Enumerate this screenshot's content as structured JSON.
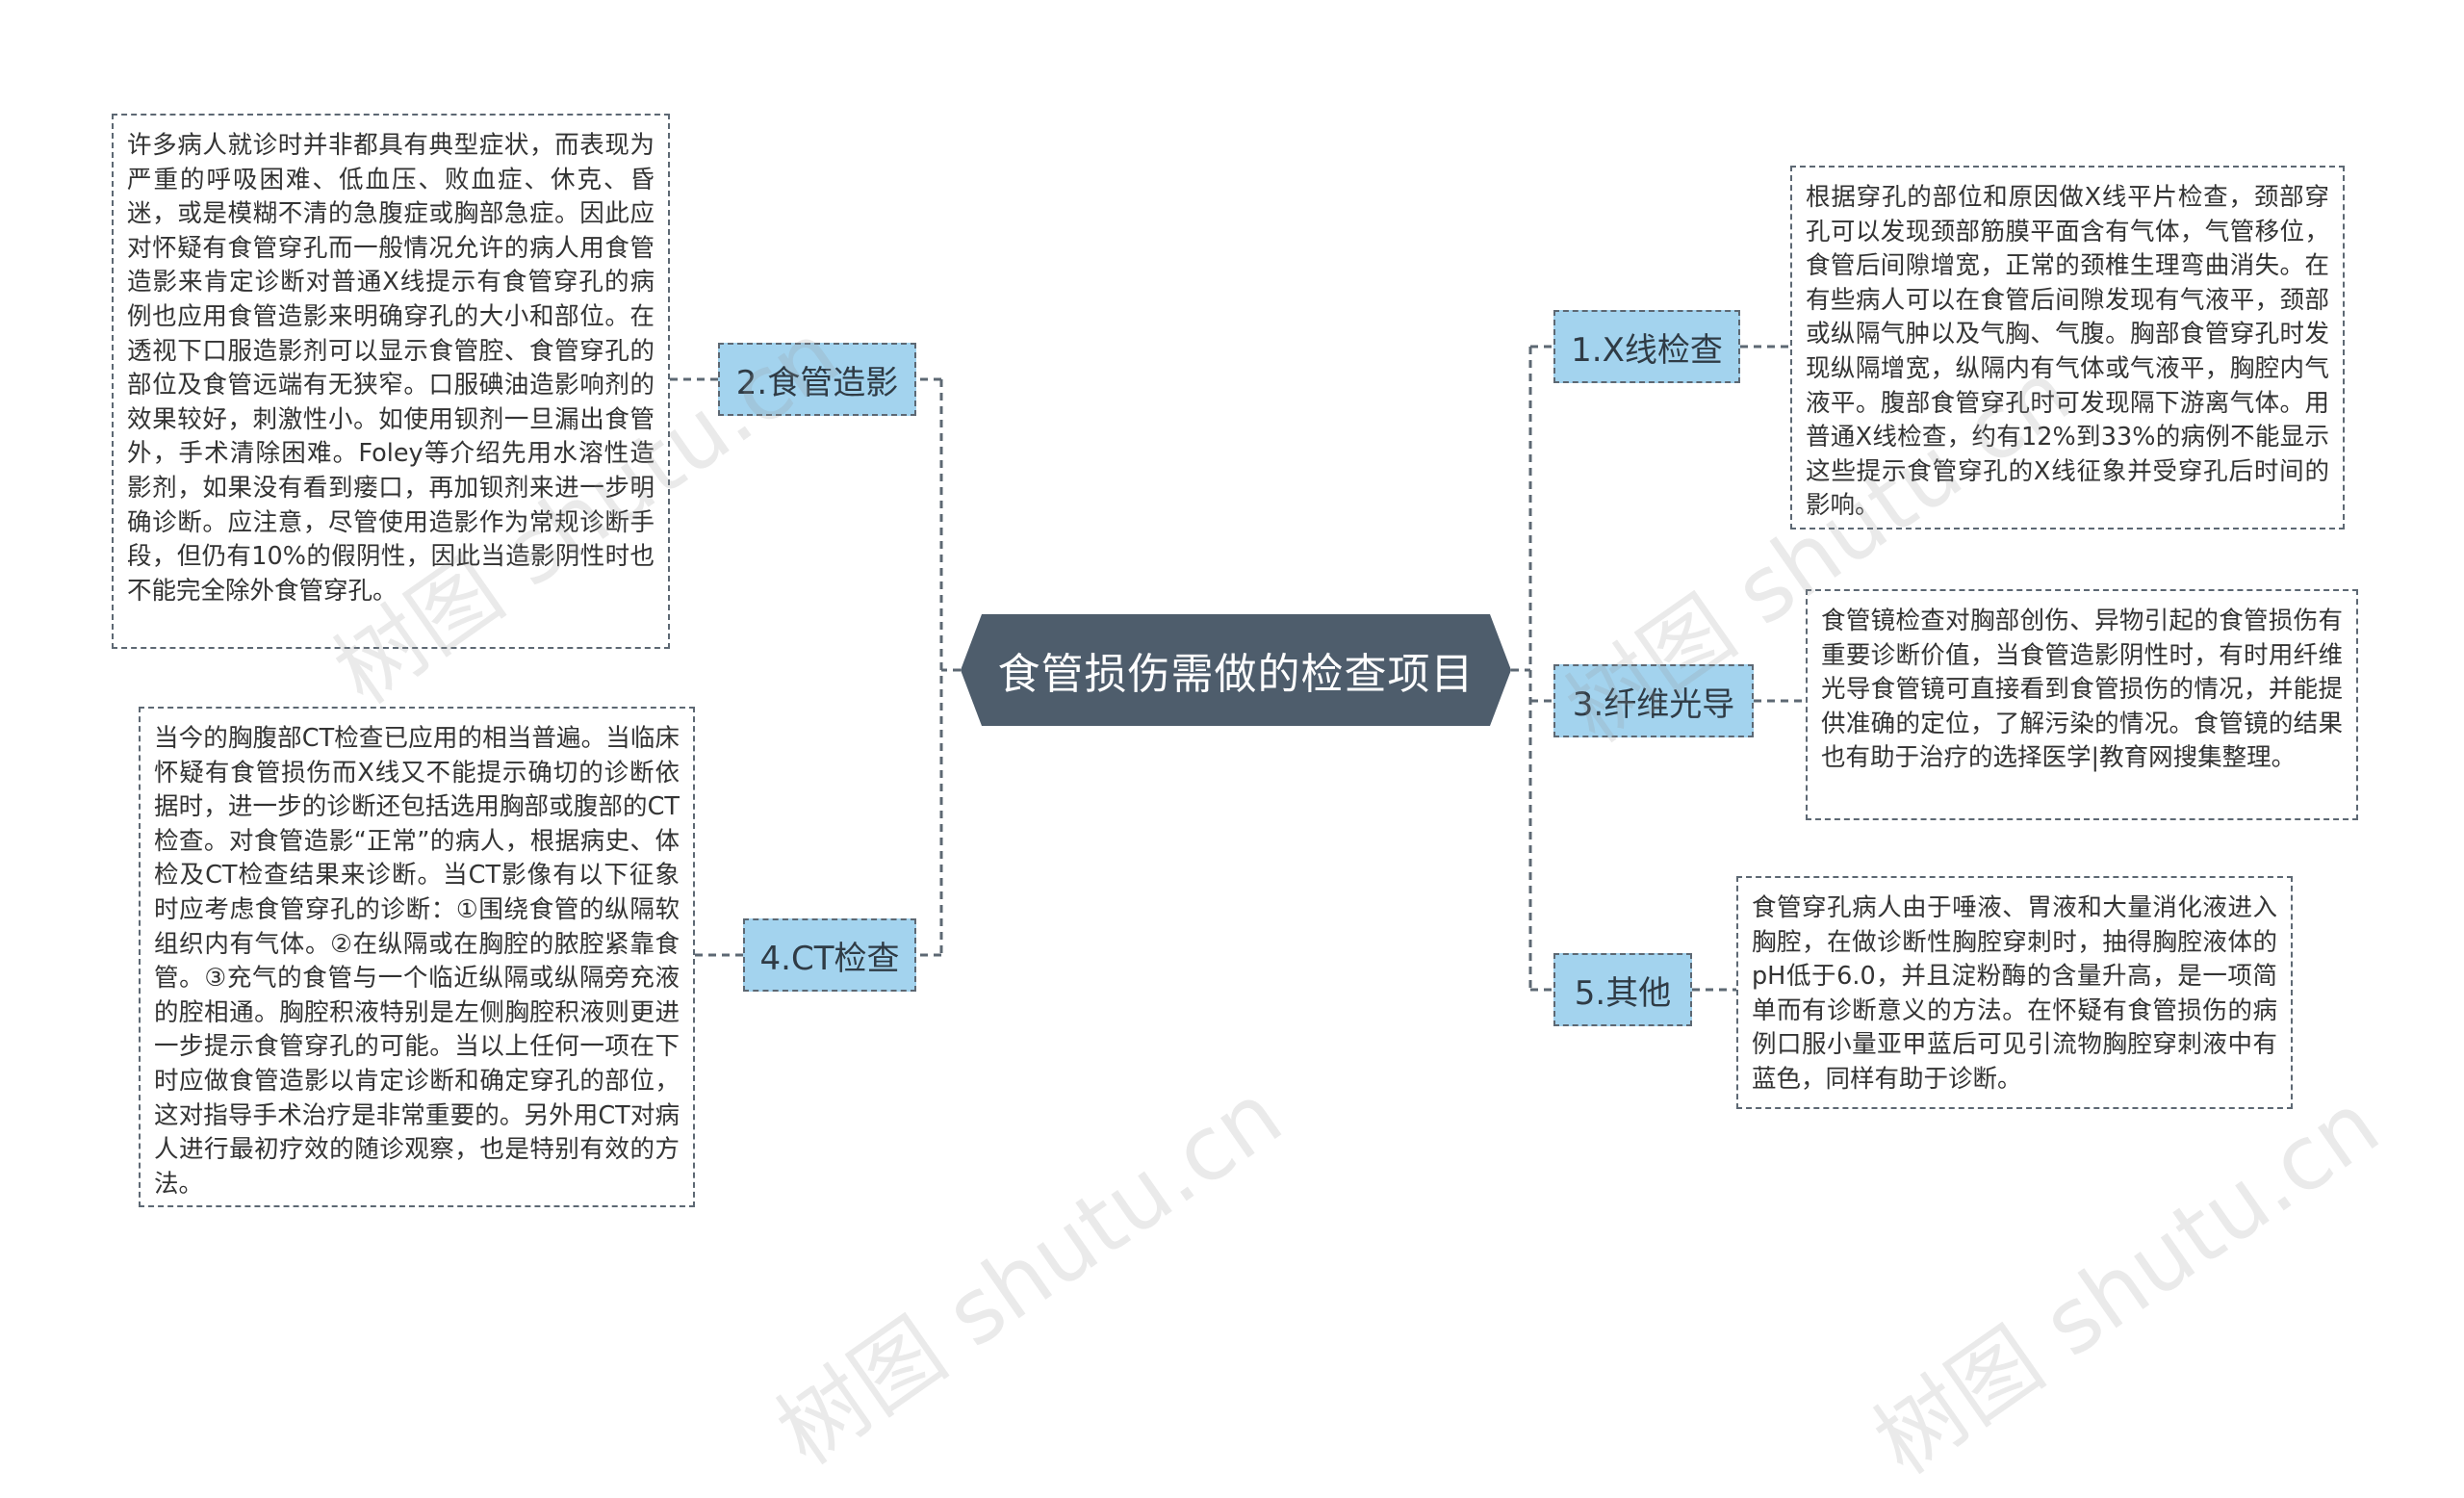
{
  "root": {
    "title": "食管损伤需做的检查项目"
  },
  "branches": [
    {
      "label": "1.X线检查",
      "note": "根据穿孔的部位和原因做X线平片检查，颈部穿孔可以发现颈部筋膜平面含有气体，气管移位，食管后间隙增宽，正常的颈椎生理弯曲消失。在有些病人可以在食管后间隙发现有气液平，颈部或纵隔气肿以及气胸、气腹。胸部食管穿孔时发现纵隔增宽，纵隔内有气体或气液平，胸腔内气液平。腹部食管穿孔时可发现隔下游离气体。用普通X线检查，约有12%到33%的病例不能显示这些提示食管穿孔的X线征象并受穿孔后时间的影响。"
    },
    {
      "label": "2.食管造影",
      "note": "许多病人就诊时并非都具有典型症状，而表现为严重的呼吸困难、低血压、败血症、休克、昏迷，或是模糊不清的急腹症或胸部急症。因此应对怀疑有食管穿孔而一般情况允许的病人用食管造影来肯定诊断对普通X线提示有食管穿孔的病例也应用食管造影来明确穿孔的大小和部位。在透视下口服造影剂可以显示食管腔、食管穿孔的部位及食管远端有无狭窄。口服碘油造影响剂的效果较好，刺激性小。如使用钡剂一旦漏出食管外，手术清除困难。Foley等介绍先用水溶性造影剂，如果没有看到瘘口，再加钡剂来进一步明确诊断。应注意，尽管使用造影作为常规诊断手段，但仍有10%的假阴性，因此当造影阴性时也不能完全除外食管穿孔。"
    },
    {
      "label": "3.纤维光导",
      "note": "食管镜检查对胸部创伤、异物引起的食管损伤有重要诊断价值，当食管造影阴性时，有时用纤维光导食管镜可直接看到食管损伤的情况，并能提供准确的定位，了解污染的情况。食管镜的结果也有助于治疗的选择医学|教育网搜集整理。"
    },
    {
      "label": "4.CT检查",
      "note": "当今的胸腹部CT检查已应用的相当普遍。当临床怀疑有食管损伤而X线又不能提示确切的诊断依据时，进一步的诊断还包括选用胸部或腹部的CT检查。对食管造影“正常”的病人，根据病史、体检及CT检查结果来诊断。当CT影像有以下征象时应考虑食管穿孔的诊断：①围绕食管的纵隔软组织内有气体。②在纵隔或在胸腔的脓腔紧靠食管。③充气的食管与一个临近纵隔或纵隔旁充液的腔相通。胸腔积液特别是左侧胸腔积液则更进一步提示食管穿孔的可能。当以上任何一项在下时应做食管造影以肯定诊断和确定穿孔的部位，这对指导手术治疗是非常重要的。另外用CT对病人进行最初疗效的随诊观察，也是特别有效的方法。"
    },
    {
      "label": "5.其他",
      "note": "食管穿孔病人由于唾液、胃液和大量消化液进入胸腔，在做诊断性胸腔穿刺时，抽得胸腔液体的pH低于6.0，并且淀粉酶的含量升高，是一项简单而有诊断意义的方法。在怀疑有食管损伤的病例口服小量亚甲蓝后可见引流物胸腔穿刺液中有蓝色，同样有助于诊断。"
    }
  ],
  "watermark": {
    "text": "树图 shutu.cn"
  },
  "colors": {
    "root_fill": "#4e5d6c",
    "branch_fill": "#a3d3ee",
    "border": "#5d6873",
    "connector": "#5d6873"
  }
}
